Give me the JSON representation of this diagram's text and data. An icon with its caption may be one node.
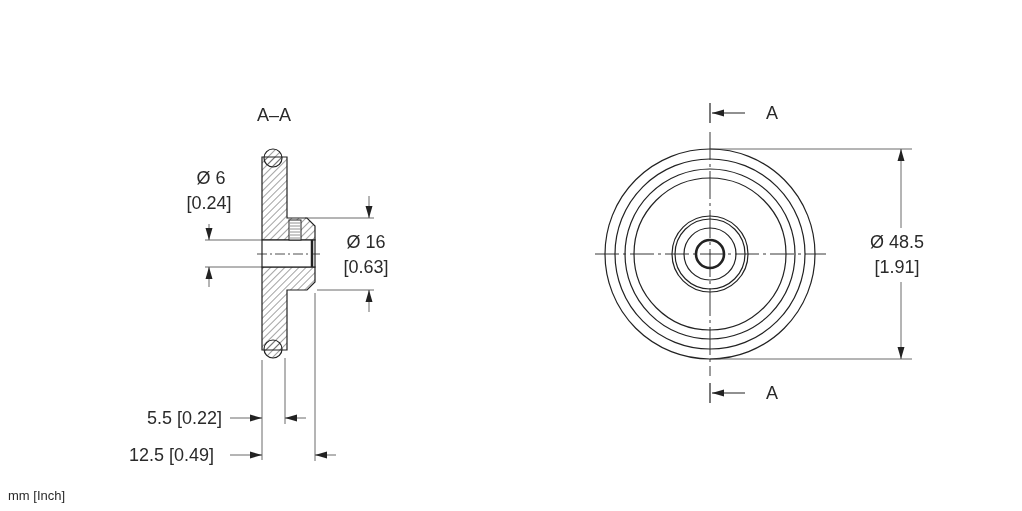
{
  "diagram": {
    "labels": [
      "A–A",
      "Ø 6",
      "[0.24]",
      "Ø 16",
      "[0.63]",
      "5.5 [0.22]",
      "12.5 [0.49]",
      "A",
      "Ø 48.5",
      "[1.91]",
      "A",
      "mm [Inch]"
    ]
  }
}
